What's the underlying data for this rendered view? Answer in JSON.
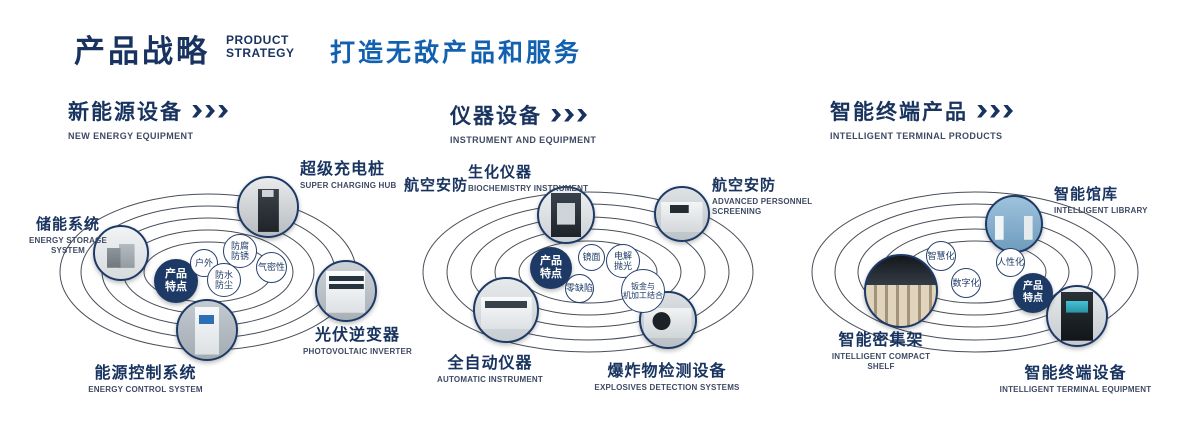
{
  "header": {
    "title": "产品战略",
    "subtitle_lines": [
      "PRODUCT",
      "STRATEGY"
    ],
    "tagline": "打造无敌产品和服务"
  },
  "sections": [
    {
      "title": "新能源设备",
      "subtitle": "NEW ENERGY EQUIPMENT",
      "feature_badge": "产品\n特点",
      "features": [
        "户外",
        "防腐\n防锈",
        "气密性",
        "防水\n防尘"
      ],
      "products": [
        {
          "name": "储能系统",
          "en": "ENERGY STORAGE SYSTEM"
        },
        {
          "name": "超级充电桩",
          "en": "SUPER CHARGING HUB"
        },
        {
          "name": "光伏逆变器",
          "en": "PHOTOVOLTAIC INVERTER"
        },
        {
          "name": "能源控制系统",
          "en": "ENERGY CONTROL SYSTEM"
        }
      ]
    },
    {
      "title": "仪器设备",
      "subtitle": "INSTRUMENT AND EQUIPMENT",
      "feature_badge": "产品\n特点",
      "extra_label": "航空安防",
      "features": [
        "镜面",
        "电解\n抛光",
        "零缺陷",
        "钣金与\n机加工结合"
      ],
      "products": [
        {
          "name": "生化仪器",
          "en": "BIOCHEMISTRY INSTRUMENT"
        },
        {
          "name": "航空安防",
          "en": "ADVANCED PERSONNEL SCREENING"
        },
        {
          "name": "全自动仪器",
          "en": "AUTOMATIC INSTRUMENT"
        },
        {
          "name": "爆炸物检测设备",
          "en": "EXPLOSIVES DETECTION SYSTEMS"
        }
      ]
    },
    {
      "title": "智能终端产品",
      "subtitle": "INTELLIGENT TERMINAL PRODUCTS",
      "feature_badge": "产品\n特点",
      "features": [
        "智慧化",
        "人性化",
        "数字化"
      ],
      "products": [
        {
          "name": "智能馆库",
          "en": "INTELLIGENT LIBRARY"
        },
        {
          "name": "智能密集架",
          "en": "INTELLIGENT COMPACT SHELF"
        },
        {
          "name": "智能终端设备",
          "en": "INTELLIGENT TERMINAL EQUIPMENT"
        }
      ]
    }
  ]
}
